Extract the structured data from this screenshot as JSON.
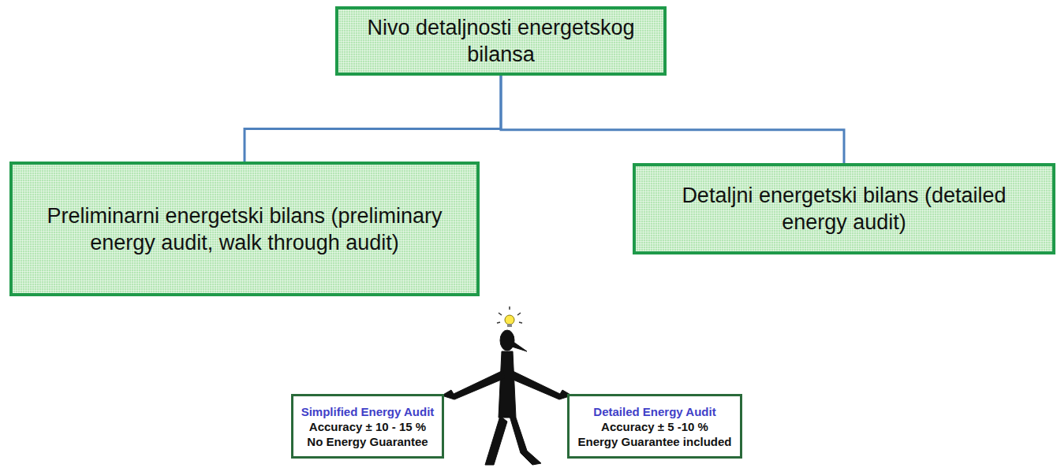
{
  "diagram": {
    "nodes": [
      {
        "text": [
          "Nivo detaljnosti energetskog bilansa"
        ]
      },
      {
        "text": [
          "Preliminarni energetski bilans (preliminary energy audit, walk through audit)"
        ]
      },
      {
        "text": [
          "Detaljni energetski bilans (detailed energy audit)"
        ]
      },
      {
        "text": [
          "Simplified Energy Audit",
          "Accuracy ± 10 - 15 %",
          "No Energy Guarantee"
        ]
      },
      {
        "text": [
          "Detailed Energy Audit",
          "Accuracy ± 5 -10 %",
          "Energy Guarantee included"
        ]
      }
    ],
    "edges": [
      {
        "from": 0,
        "to": 1,
        "arrow": "none"
      },
      {
        "from": 0,
        "to": 2,
        "arrow": "none"
      }
    ]
  }
}
